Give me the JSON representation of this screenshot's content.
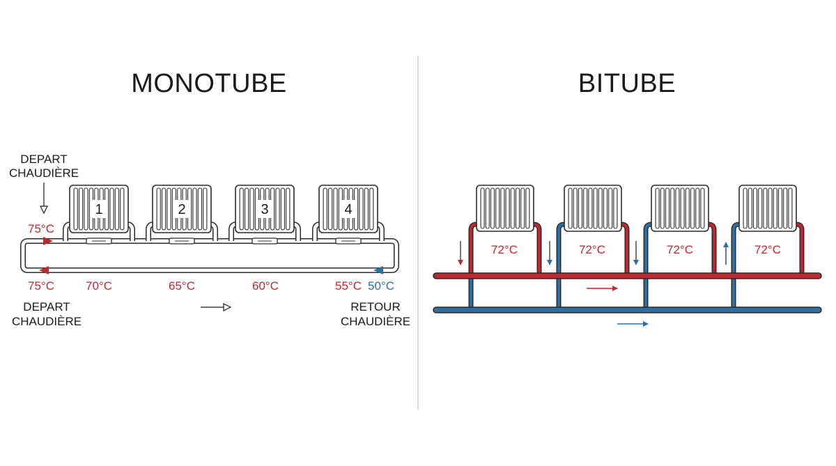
{
  "colors": {
    "hot": "#c0272d",
    "cold": "#2c6fa3",
    "outline": "#2b2b2b",
    "divider": "#c9c9c9"
  },
  "monotube": {
    "title": "MONOTUBE",
    "supply_label": [
      "DEPART",
      "CHAUDIÈRE"
    ],
    "return_left_label": [
      "DEPART",
      "CHAUDIÈRE"
    ],
    "return_right_label": [
      "RETOUR",
      "CHAUDIÈRE"
    ],
    "supply_temp": "75°C",
    "loop_end_temp": "75°C",
    "temps": [
      "70°C",
      "65°C",
      "60°C",
      "55°C"
    ],
    "return_temp": "50°C",
    "radiator_numbers": [
      "1",
      "2",
      "3",
      "4"
    ],
    "flow_arrow_icon": "arrow-right-outline-icon"
  },
  "bitube": {
    "title": "BITUBE",
    "radiator_temps": [
      "72°C",
      "72°C",
      "72°C",
      "72°C"
    ],
    "flow_arrow_icon": "arrow-right-icon"
  }
}
